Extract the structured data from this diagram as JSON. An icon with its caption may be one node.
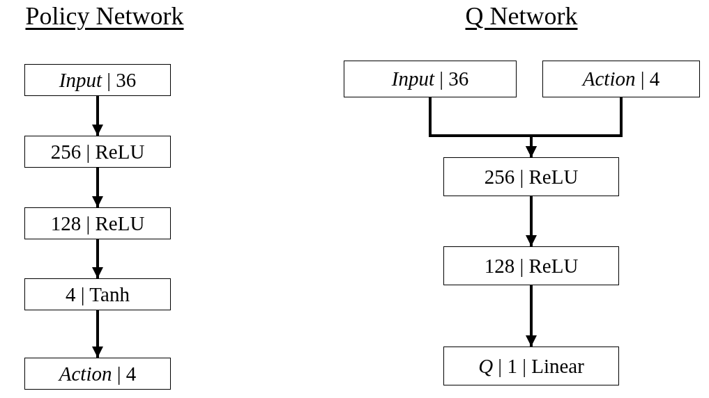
{
  "diagram": {
    "nodes": [
      {
        "text": [
          "*Input* | 36"
        ]
      },
      {
        "text": [
          "256 | ReLU"
        ]
      },
      {
        "text": [
          "128 | ReLU"
        ]
      },
      {
        "text": [
          "4 | Tanh"
        ]
      },
      {
        "text": [
          "*Action* | 4"
        ]
      },
      {
        "text": [
          "*Input* | 36"
        ]
      },
      {
        "text": [
          "*Action* | 4"
        ]
      },
      {
        "text": [
          "256 | ReLU"
        ]
      },
      {
        "text": [
          "128 | ReLU"
        ]
      },
      {
        "text": [
          "*Q* | 1 | Linear"
        ]
      }
    ],
    "edges": [
      {
        "from": 0,
        "to": 1,
        "arrow": "to"
      },
      {
        "from": 1,
        "to": 2,
        "arrow": "to"
      },
      {
        "from": 2,
        "to": 3,
        "arrow": "to"
      },
      {
        "from": 3,
        "to": 4,
        "arrow": "to"
      },
      {
        "from": 5,
        "to": 7,
        "arrow": "to"
      },
      {
        "from": 6,
        "to": 7,
        "arrow": "to"
      },
      {
        "from": 7,
        "to": 8,
        "arrow": "to"
      },
      {
        "from": 8,
        "to": 9,
        "arrow": "to"
      }
    ],
    "labels": [
      "Policy Network",
      "Q Network"
    ]
  }
}
